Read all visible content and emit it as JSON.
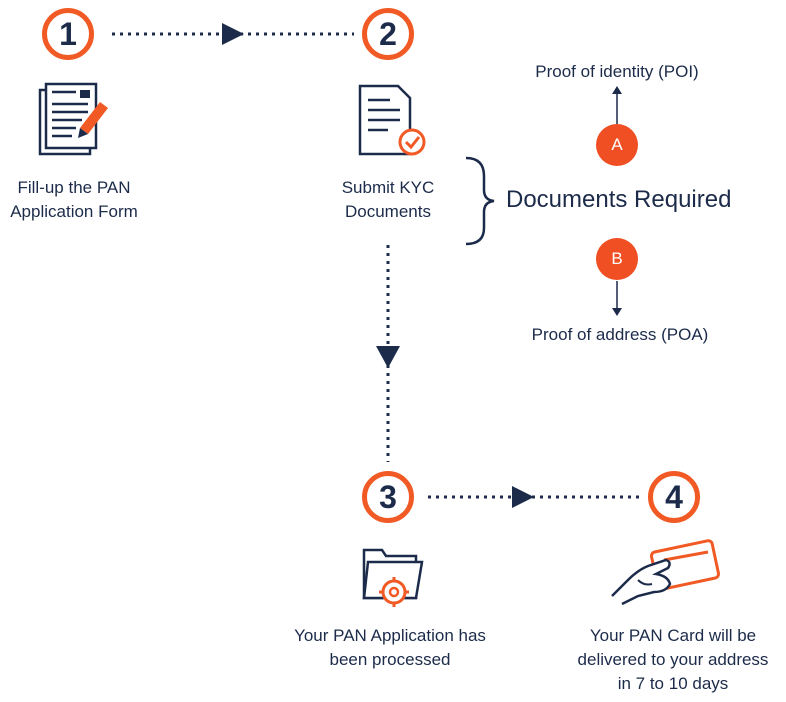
{
  "steps": [
    {
      "number": "1",
      "caption_lines": [
        "Fill-up the PAN",
        "Application Form"
      ],
      "icon": "application-form-pencil-icon"
    },
    {
      "number": "2",
      "caption_lines": [
        "Submit KYC",
        "Documents"
      ],
      "icon": "document-check-icon"
    },
    {
      "number": "3",
      "caption_lines": [
        "Your PAN Application has",
        "been processed"
      ],
      "icon": "folder-gear-icon"
    },
    {
      "number": "4",
      "caption_lines": [
        "Your PAN Card will be",
        "delivered to your address",
        "in 7 to 10 days"
      ],
      "icon": "hand-card-icon"
    }
  ],
  "documents": {
    "title": "Documents Required",
    "a": {
      "badge": "A",
      "label": "Proof of identity (POI)"
    },
    "b": {
      "badge": "B",
      "label": "Proof of address (POA)"
    }
  },
  "colors": {
    "accent": "#f15a24",
    "badge": "#f04e23",
    "navy": "#1c2b4a"
  }
}
